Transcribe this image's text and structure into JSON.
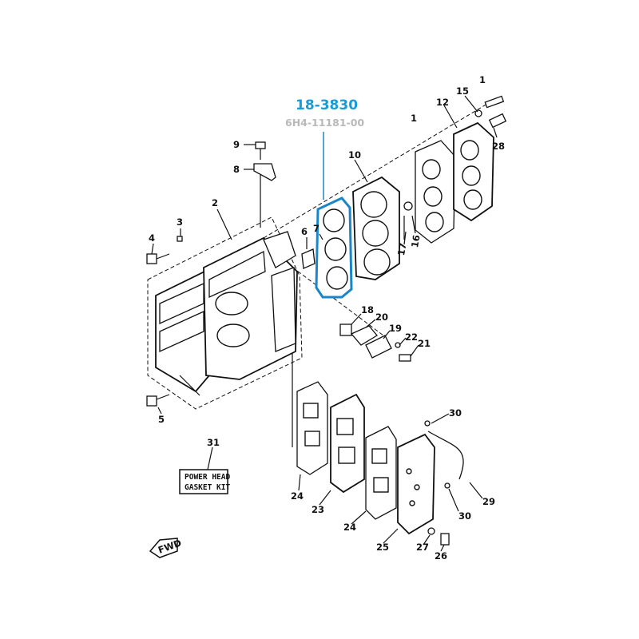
{
  "callout": {
    "part_number": "18-3830",
    "oem_number": "6H4-11181-00",
    "accent_color": "#1a9ad6",
    "highlight_color": "#1a86c9"
  },
  "kit_label": {
    "line1": "POWER HEAD",
    "line2": "GASKET KIT"
  },
  "fwd_label": "FWD",
  "part_labels": {
    "p1": "1",
    "p1b": "1",
    "p2": "2",
    "p3": "3",
    "p4": "4",
    "p5": "5",
    "p6": "6",
    "p7": "7",
    "p8": "8",
    "p9": "9",
    "p10": "10",
    "p12": "12",
    "p15": "15",
    "p16": "16",
    "p17": "17",
    "p18": "18",
    "p19": "19",
    "p20": "20",
    "p21": "21",
    "p22": "22",
    "p23": "23",
    "p24a": "24",
    "p24b": "24",
    "p25": "25",
    "p26": "26",
    "p27": "27",
    "p28": "28",
    "p29": "29",
    "p30a": "30",
    "p30b": "30",
    "p31": "31"
  }
}
